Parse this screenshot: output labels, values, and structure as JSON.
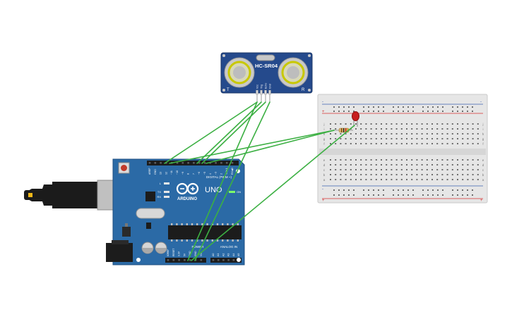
{
  "sensor": {
    "model": "HC-SR04",
    "left_mark": "T",
    "right_mark": "R",
    "pins": [
      "Vcc",
      "Trig",
      "Echo",
      "Gnd"
    ]
  },
  "arduino": {
    "brand": "ARDUINO",
    "model": "UNO",
    "header_digital": "DIGITAL (PWM ~)",
    "header_power": "POWER",
    "header_analog": "ANALOG IN",
    "on_label": "ON",
    "tx_label": "TX",
    "rx_label": "RX",
    "l_label": "L",
    "analog_pins": [
      "A0",
      "A1",
      "A2",
      "A3",
      "A4",
      "A5"
    ],
    "power_pins": [
      "IOREF",
      "RESET",
      "3.3V",
      "5V",
      "GND",
      "GND",
      "Vin"
    ],
    "digital_pins": [
      "AREF",
      "GND",
      "13",
      "12",
      "~11",
      "~10",
      "~9",
      "8",
      "7",
      "~6",
      "~5",
      "4",
      "~3",
      "2",
      "TX▶1",
      "RX◀0"
    ]
  },
  "breadboard": {
    "row_letters_top": [
      "j",
      "i",
      "h",
      "g",
      "f"
    ],
    "row_letters_bottom": [
      "e",
      "d",
      "c",
      "b",
      "a"
    ],
    "plus": "+",
    "minus": "-"
  },
  "colors": {
    "board": "#2b6aa6",
    "board_dark": "#1f4f80",
    "wire": "#3cb043",
    "sensor_board": "#254a8c",
    "breadboard": "#e4e4e4",
    "rail_red": "#d43030",
    "rail_blue": "#3a5fb0",
    "led": "#c81e1e"
  }
}
